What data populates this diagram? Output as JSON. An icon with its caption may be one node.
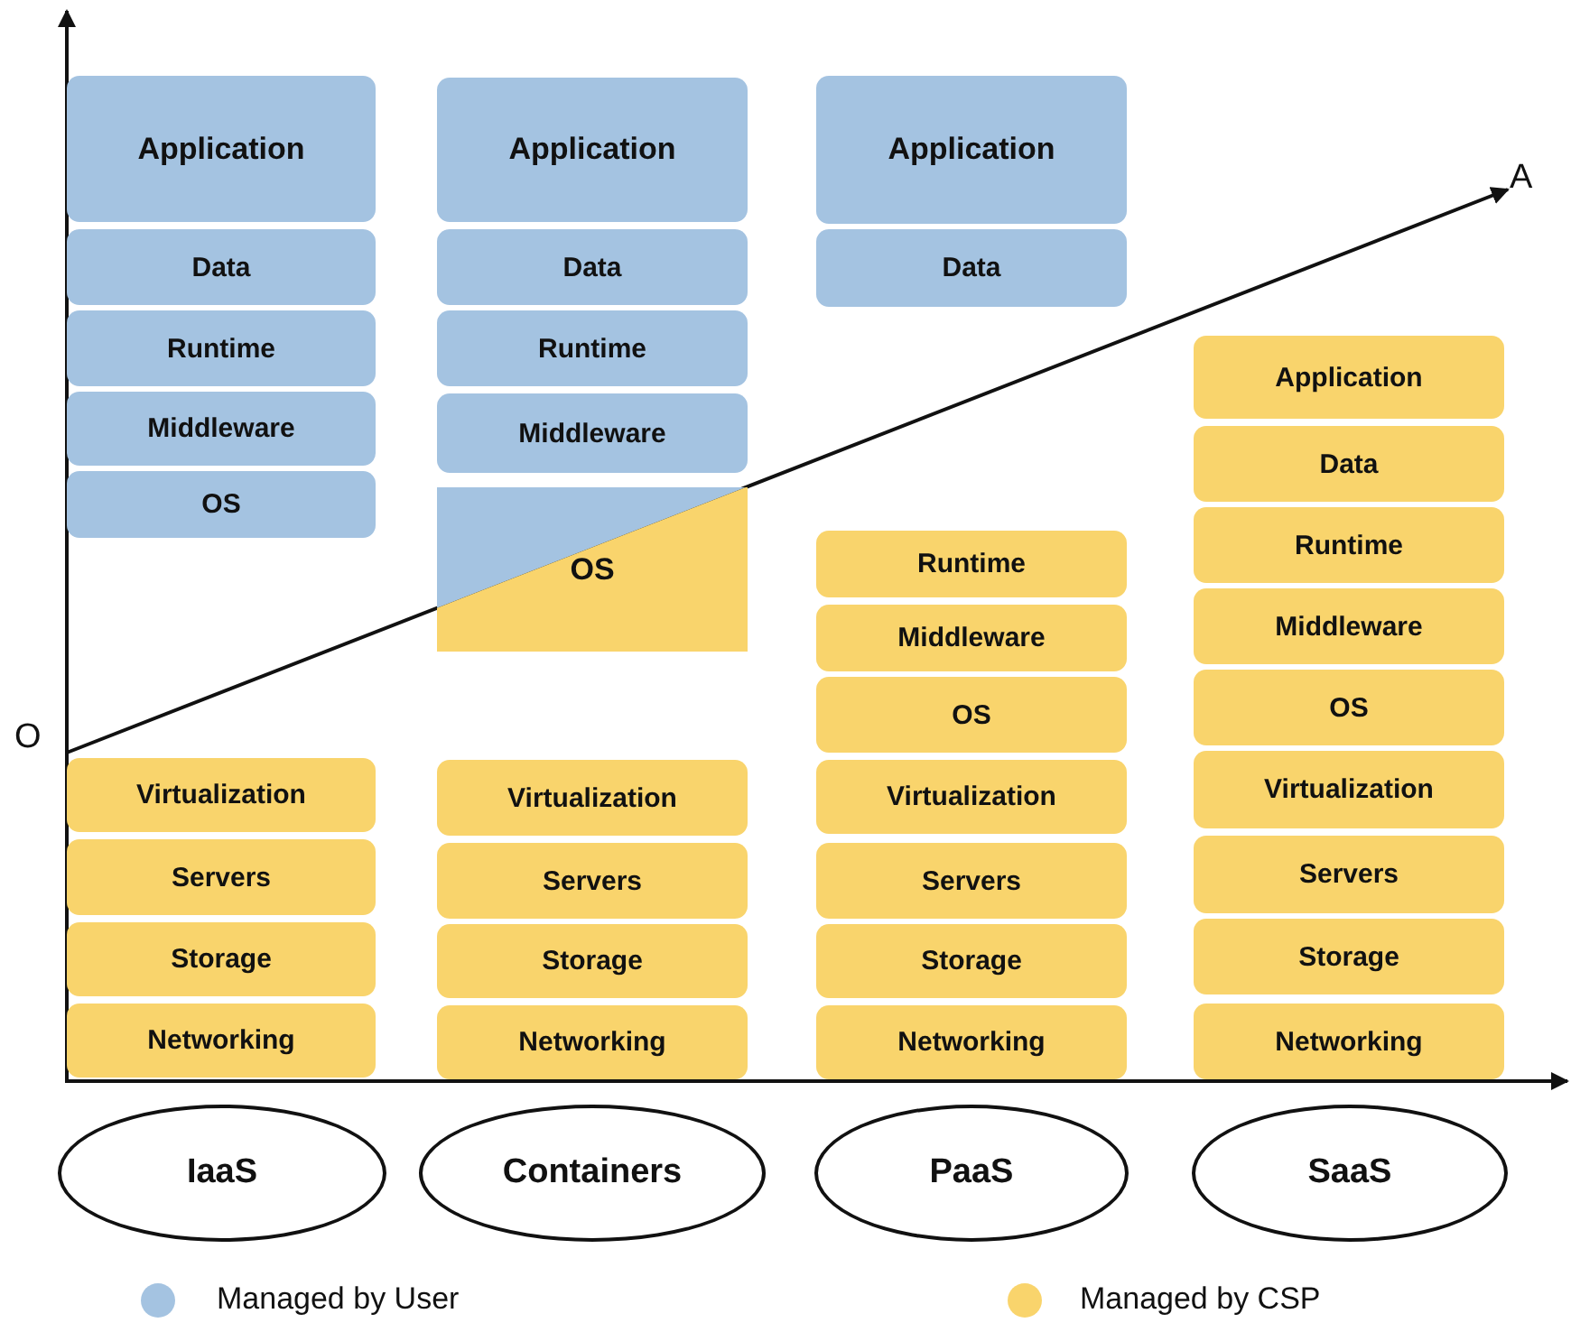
{
  "diagram": {
    "nodes": [
      {
        "text": [
          "Application"
        ]
      },
      {
        "text": [
          "Data"
        ]
      },
      {
        "text": [
          "Runtime"
        ]
      },
      {
        "text": [
          "Middleware"
        ]
      },
      {
        "text": [
          "OS"
        ]
      },
      {
        "text": [
          "Virtualization"
        ]
      },
      {
        "text": [
          "Servers"
        ]
      },
      {
        "text": [
          "Storage"
        ]
      },
      {
        "text": [
          "Networking"
        ]
      },
      {
        "text": [
          "Application"
        ]
      },
      {
        "text": [
          "Data"
        ]
      },
      {
        "text": [
          "Runtime"
        ]
      },
      {
        "text": [
          "Middleware"
        ]
      },
      {
        "text": [
          "OS"
        ]
      },
      {
        "text": [
          "Virtualization"
        ]
      },
      {
        "text": [
          "Servers"
        ]
      },
      {
        "text": [
          "Storage"
        ]
      },
      {
        "text": [
          "Networking"
        ]
      },
      {
        "text": [
          "Application"
        ]
      },
      {
        "text": [
          "Data"
        ]
      },
      {
        "text": [
          "Runtime"
        ]
      },
      {
        "text": [
          "Middleware"
        ]
      },
      {
        "text": [
          "OS"
        ]
      },
      {
        "text": [
          "Virtualization"
        ]
      },
      {
        "text": [
          "Servers"
        ]
      },
      {
        "text": [
          "Storage"
        ]
      },
      {
        "text": [
          "Networking"
        ]
      },
      {
        "text": [
          "Application"
        ]
      },
      {
        "text": [
          "Data"
        ]
      },
      {
        "text": [
          "Runtime"
        ]
      },
      {
        "text": [
          "Middleware"
        ]
      },
      {
        "text": [
          "OS"
        ]
      },
      {
        "text": [
          "Virtualization"
        ]
      },
      {
        "text": [
          "Servers"
        ]
      },
      {
        "text": [
          "Storage"
        ]
      },
      {
        "text": [
          "Networking"
        ]
      },
      {
        "text": [
          "IaaS"
        ]
      },
      {
        "text": [
          "Containers"
        ]
      },
      {
        "text": [
          "PaaS"
        ]
      },
      {
        "text": [
          "SaaS"
        ]
      }
    ],
    "labels": [
      "O",
      "A"
    ],
    "legend": [
      {
        "text": "Managed by User",
        "color": "#a4c3e1"
      },
      {
        "text": "Managed by CSP",
        "color": "#f9d46c"
      }
    ]
  }
}
